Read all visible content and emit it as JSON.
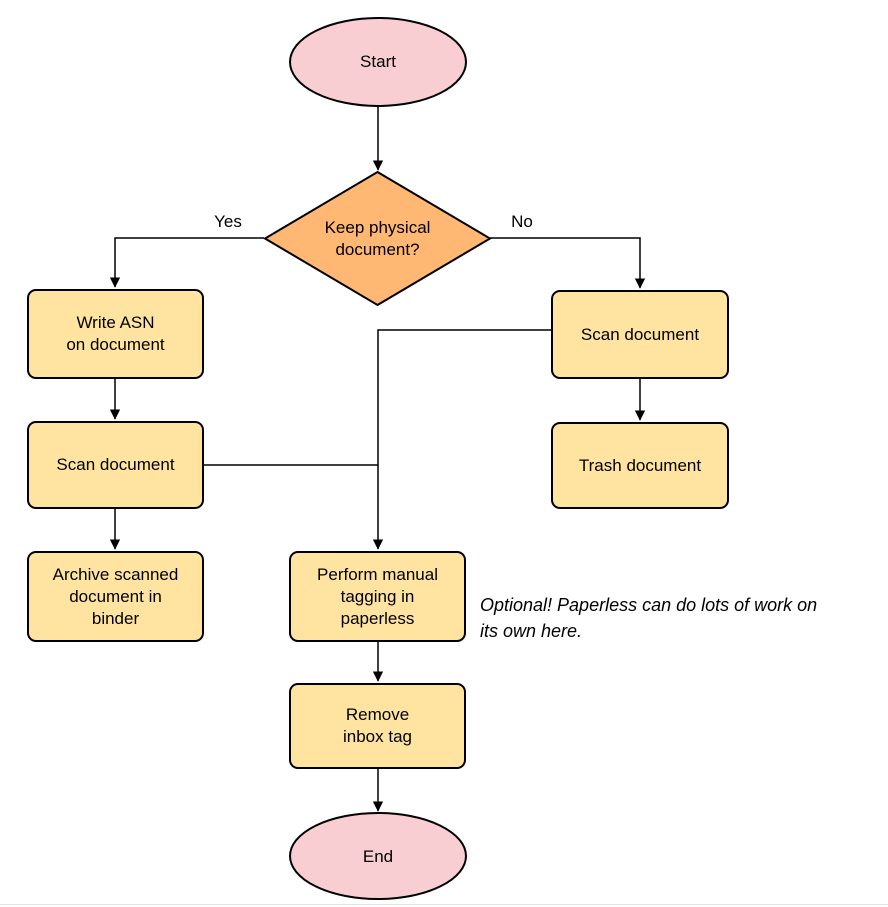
{
  "diagram": {
    "type": "flowchart",
    "nodes": {
      "start": {
        "label": "Start",
        "shape": "terminal"
      },
      "decision": {
        "label": "Keep physical\ndocument?",
        "shape": "decision"
      },
      "write_asn": {
        "label": "Write ASN\non document",
        "shape": "process"
      },
      "scan_left": {
        "label": "Scan document",
        "shape": "process"
      },
      "archive": {
        "label": "Archive scanned\ndocument in\nbinder",
        "shape": "process"
      },
      "scan_right": {
        "label": "Scan document",
        "shape": "process"
      },
      "trash": {
        "label": "Trash document",
        "shape": "process"
      },
      "tagging": {
        "label": "Perform manual\ntagging in\npaperless",
        "shape": "process"
      },
      "remove_inbox": {
        "label": "Remove\ninbox tag",
        "shape": "process"
      },
      "end": {
        "label": "End",
        "shape": "terminal"
      }
    },
    "edge_labels": {
      "yes": "Yes",
      "no": "No"
    },
    "annotation": "Optional! Paperless can do lots of work on\nits own here.",
    "colors": {
      "terminal_fill": "#f8ced3",
      "decision_fill": "#ffb873",
      "process_fill": "#ffe3a1",
      "stroke": "#000000"
    }
  }
}
